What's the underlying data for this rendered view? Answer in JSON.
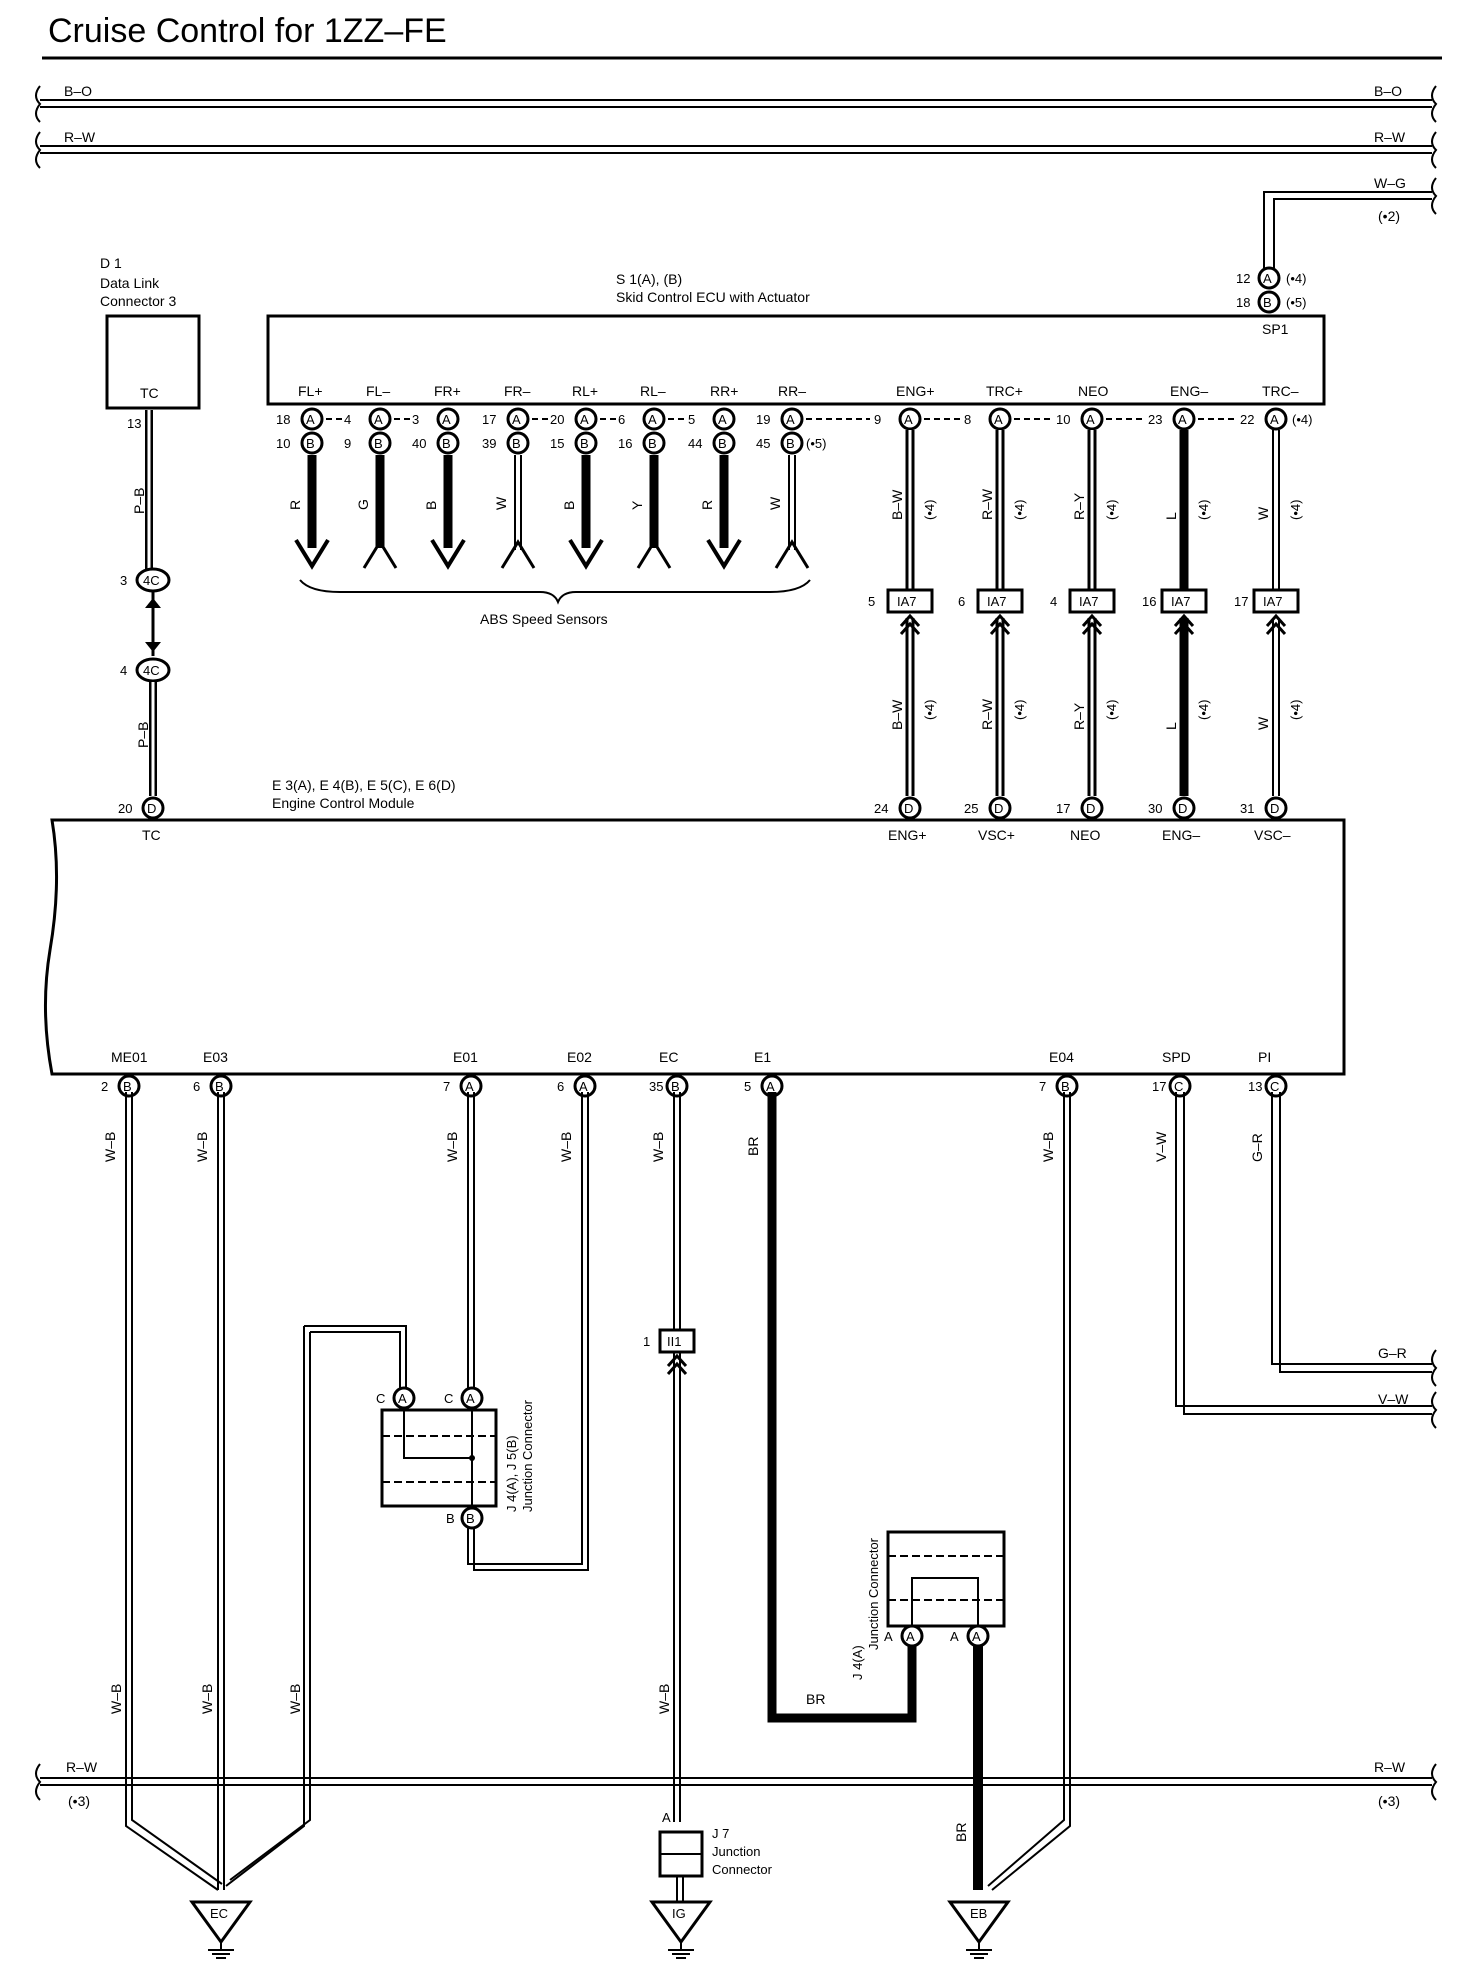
{
  "title": "Cruise Control for 1ZZ–FE",
  "bus": {
    "top1": "B–O",
    "top2": "R–W",
    "wg": "W–G",
    "wg_note": "(•2)",
    "bottom": "R–W",
    "bottom_note": "(•3)"
  },
  "dlc": {
    "id": "D 1",
    "name1": "Data Link",
    "name2": "Connector 3",
    "term": "TC",
    "pin": "13"
  },
  "skid_ecu": {
    "id": "S 1(A), (B)",
    "name": "Skid Control ECU with Actuator",
    "sp1": "SP1",
    "sp1_pin_a": "12",
    "sp1_pin_b": "18",
    "note4": "(•4)",
    "note5": "(•5)",
    "terminals": [
      "FL+",
      "FL–",
      "FR+",
      "FR–",
      "RL+",
      "RL–",
      "RR+",
      "RR–",
      "ENG+",
      "TRC+",
      "NEO",
      "ENG–",
      "TRC–"
    ],
    "pins_a": [
      "18",
      "4",
      "3",
      "17",
      "20",
      "6",
      "5",
      "19",
      "9",
      "8",
      "10",
      "23",
      "22"
    ],
    "pins_b": [
      "10",
      "9",
      "40",
      "39",
      "15",
      "16",
      "44",
      "45"
    ],
    "sensor_wires": [
      "R",
      "G",
      "B",
      "W",
      "B",
      "Y",
      "R",
      "W"
    ],
    "sensors_label": "ABS Speed Sensors"
  },
  "ia7": {
    "label": "IA7",
    "pins": [
      "5",
      "6",
      "4",
      "16",
      "17"
    ],
    "wires": [
      "B–W",
      "R–W",
      "R–Y",
      "L",
      "W"
    ],
    "note": "(•4)"
  },
  "ecm": {
    "id": "E 3(A), E 4(B), E 5(C), E 6(D)",
    "name": "Engine Control Module",
    "tc_pin": "20",
    "tc_label": "TC",
    "top_pins": [
      "24",
      "25",
      "17",
      "30",
      "31"
    ],
    "top_terms": [
      "ENG+",
      "VSC+",
      "NEO",
      "ENG–",
      "VSC–"
    ],
    "bottom_terms": [
      "ME01",
      "E03",
      "E01",
      "E02",
      "EC",
      "E1",
      "E04",
      "SPD",
      "PI"
    ],
    "bottom_pins": [
      "2",
      "6",
      "7",
      "6",
      "35",
      "5",
      "7",
      "17",
      "13"
    ],
    "bottom_conns": [
      "B",
      "B",
      "A",
      "A",
      "B",
      "A",
      "B",
      "C",
      "C"
    ],
    "bottom_wires": [
      "W–B",
      "W–B",
      "W–B",
      "W–B",
      "W–B",
      "BR",
      "W–B",
      "V–W",
      "G–R"
    ]
  },
  "conn_4c": {
    "label": "4C",
    "pin_top": "3",
    "pin_bottom": "4",
    "wire": "P–B"
  },
  "ii1": {
    "label": "II1",
    "pin": "1"
  },
  "j4j5": {
    "id": "J 4(A), J 5(B)",
    "name": "Junction Connector",
    "c": "C",
    "b": "B"
  },
  "j4a": {
    "id": "J 4(A)",
    "name": "Junction Connector",
    "a": "A",
    "br": "BR"
  },
  "j7": {
    "id": "J 7",
    "name1": "Junction",
    "name2": "Connector",
    "a": "A"
  },
  "grounds": [
    "EC",
    "IG",
    "EB"
  ],
  "right_out": {
    "gr": "G–R",
    "vw": "V–W"
  },
  "bottom_wire_labels": [
    "W–B",
    "W–B",
    "W–B",
    "W–B",
    "BR"
  ]
}
